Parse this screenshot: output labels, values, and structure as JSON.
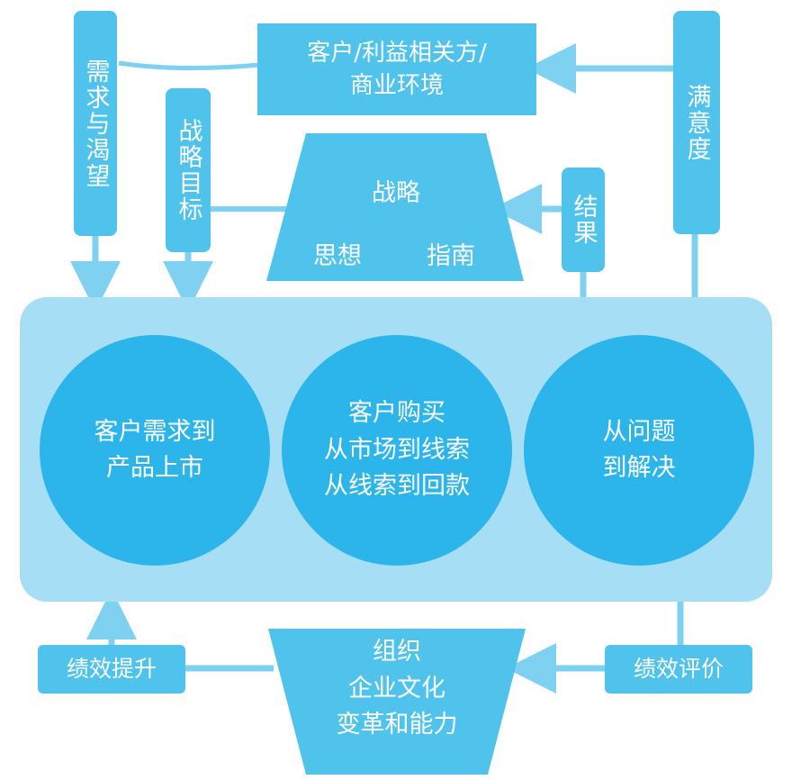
{
  "colors": {
    "box": "#4fc3ec",
    "panel": "#a6def5",
    "circle": "#2cb5ea",
    "connector": "#7fd1f2",
    "text": "#ffffff"
  },
  "top": {
    "customer_box": "客户/利益相关方/\n商业环境"
  },
  "side_labels": {
    "needs": "需求与渴望",
    "strategic_goals": "战略目标",
    "satisfaction": "满意度",
    "results": "结果"
  },
  "strategy": {
    "title": "战略",
    "left": "思想",
    "right": "指南"
  },
  "processes": [
    {
      "label": "客户需求到\n产品上市"
    },
    {
      "label": "客户购买\n从市场到线索\n从线索到回款"
    },
    {
      "label": "从问题\n到解决"
    }
  ],
  "bottom": {
    "improvement": "绩效提升",
    "evaluation": "绩效评价",
    "organization": "组织\n企业文化\n变革和能力"
  }
}
